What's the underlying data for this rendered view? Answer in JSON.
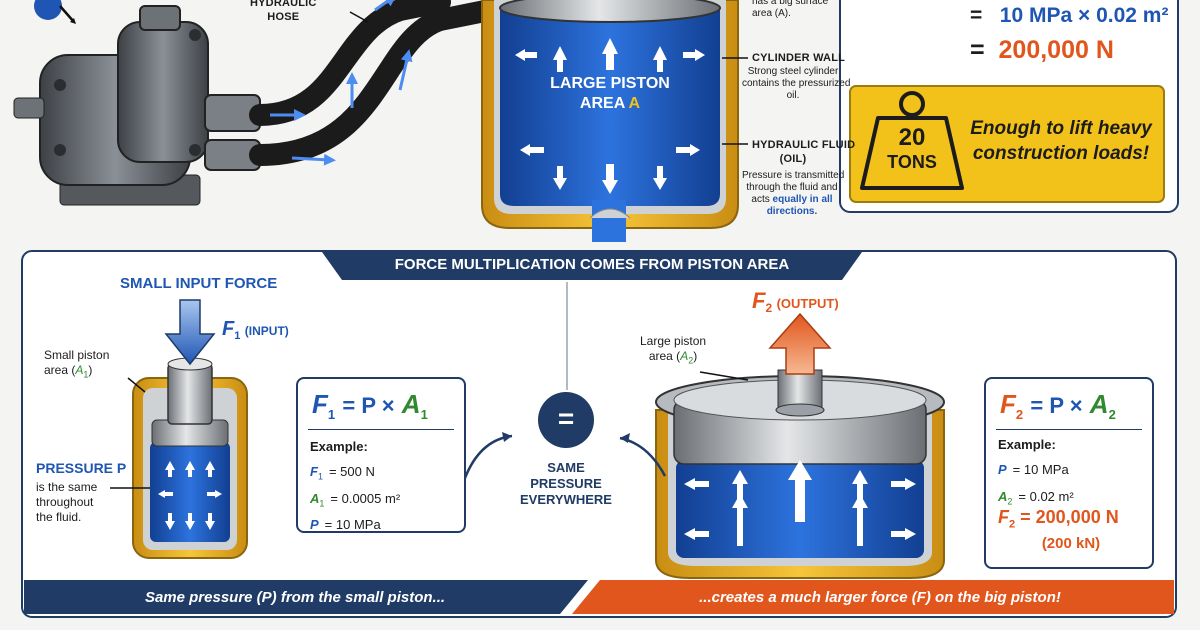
{
  "top": {
    "hose_label": "HYDRAULIC\nHOSE",
    "piston_note": "has a big surface\narea (A).",
    "large_piston_line1": "LARGE PISTON",
    "large_piston_line2": "AREA",
    "large_piston_var": "A",
    "cylinder_wall_title": "CYLINDER WALL",
    "cylinder_wall_desc": "Strong steel cylinder\ncontains the pressurized\noil.",
    "fluid_title": "HYDRAULIC FLUID\n(OIL)",
    "fluid_desc_1": "Pressure is transmitted\nthrough the fluid and\nacts ",
    "fluid_desc_highlight": "equally in all\ndirections.",
    "calc_line1": "10 MPa × 0.02 m²",
    "calc_line2": "200,000 N",
    "equals": "=",
    "weight_num": "20",
    "weight_unit": "TONS",
    "weight_caption": "Enough to lift heavy\nconstruction loads!"
  },
  "bottom": {
    "title": "FORCE MULTIPLICATION COMES FROM PISTON AREA",
    "small_input_force": "SMALL INPUT FORCE",
    "f1_label_sym": "F",
    "f1_label_sub": "1",
    "f1_label_tag": "(INPUT)",
    "small_piston_area": "Small piston\narea (",
    "small_piston_var": "A",
    "small_piston_sub": "1",
    "pressure_title": "PRESSURE P",
    "pressure_desc": "is the same\nthroughout\nthe fluid.",
    "left_formula": {
      "f": "F",
      "fsub": "1",
      "eq": "= P ×",
      "a": "A",
      "asub": "1",
      "example": "Example:",
      "rows": [
        {
          "sym": "F",
          "sub": "1",
          "val": "= 500 N"
        },
        {
          "sym": "A",
          "sub": "1",
          "val": "= 0.0005 m²"
        },
        {
          "sym": "P",
          "sub": "",
          "val": "= 10 MPa"
        }
      ]
    },
    "center_equals": "=",
    "center_text": "SAME\nPRESSURE\nEVERYWHERE",
    "f2_sym": "F",
    "f2_sub": "2",
    "f2_tag": "(OUTPUT)",
    "large_piston_area": "Large piston\narea (",
    "large_piston_var": "A",
    "large_piston_sub": "2",
    "right_formula": {
      "f": "F",
      "fsub": "2",
      "eq": "= P ×",
      "a": "A",
      "asub": "2",
      "example": "Example:",
      "rows": [
        {
          "sym": "P",
          "sub": "",
          "val": "= 10 MPa"
        },
        {
          "sym": "A",
          "sub": "2",
          "val": "= 0.02 m²"
        }
      ],
      "result_sym": "F",
      "result_sub": "2",
      "result_val": "= 200,000 N",
      "result_kn": "(200 kN)"
    },
    "banner_left": "Same pressure (P) from the small piston...",
    "banner_right": "...creates a much larger force (F) on the big piston!"
  },
  "colors": {
    "navy": "#1f3b66",
    "blue": "#1f56b3",
    "fluid": "#1e5ec8",
    "orange": "#e0561d",
    "yellow": "#f2c21b",
    "green": "#2f8a2f"
  }
}
